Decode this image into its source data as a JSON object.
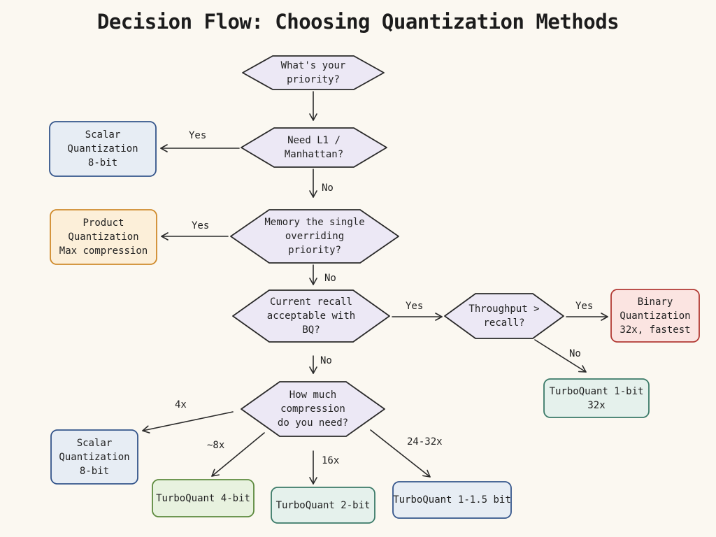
{
  "title": "Decision Flow: Choosing Quantization Methods",
  "colors": {
    "diamond_fill": "#ece8f5",
    "blue_fill": "#e7edf4",
    "blue_stroke": "#34558b",
    "orange_fill": "#fcefd9",
    "orange_stroke": "#cf8a2b",
    "red_fill": "#fbe4e1",
    "red_stroke": "#b23a34",
    "teal_fill": "#e5f1ec",
    "teal_stroke": "#3b7a68",
    "green_fill": "#e8f2df",
    "green_stroke": "#5d8a3e",
    "ink": "#2a2a2a"
  },
  "nodes": {
    "priority": [
      "What's your",
      "priority?"
    ],
    "l1": [
      "Need L1 /",
      "Manhattan?"
    ],
    "memory": [
      "Memory the single",
      "overriding",
      "priority?"
    ],
    "recall": [
      "Current recall",
      "acceptable with",
      "BQ?"
    ],
    "throughput": [
      "Throughput >",
      "recall?"
    ],
    "compression": [
      "How much",
      "compression",
      "do you need?"
    ],
    "scalar_top": [
      "Scalar",
      "Quantization",
      "8-bit"
    ],
    "product": [
      "Product",
      "Quantization",
      "Max compression"
    ],
    "binary": [
      "Binary",
      "Quantization",
      "32x, fastest"
    ],
    "tq1": [
      "TurboQuant 1-bit",
      "32x"
    ],
    "scalar_bottom": [
      "Scalar",
      "Quantization",
      "8-bit"
    ],
    "tq4": [
      "TurboQuant 4-bit"
    ],
    "tq2": [
      "TurboQuant 2-bit"
    ],
    "tq115": [
      "TurboQuant 1-1.5 bit"
    ]
  },
  "edges": {
    "l1_yes": "Yes",
    "l1_no": "No",
    "memory_yes": "Yes",
    "memory_no": "No",
    "recall_yes": "Yes",
    "recall_no": "No",
    "throughput_yes": "Yes",
    "throughput_no": "No",
    "comp_4x": "4x",
    "comp_8x": "~8x",
    "comp_16x": "16x",
    "comp_24x": "24-32x"
  }
}
